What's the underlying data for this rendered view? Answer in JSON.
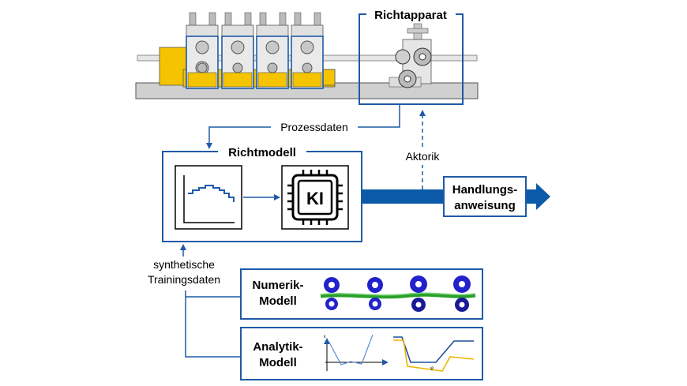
{
  "labels": {
    "richtapparat": "Richtapparat",
    "prozessdaten": "Prozessdaten",
    "richtmodell": "Richtmodell",
    "aktorik": "Aktorik",
    "ki": "KI",
    "handlungsanweisung_1": "Handlungs-",
    "handlungsanweisung_2": "anweisung",
    "synthetische_1": "synthetische",
    "synthetische_2": "Trainingsdaten",
    "numerik_1": "Numerik-",
    "numerik_2": "Modell",
    "analytik_1": "Analytik-",
    "analytik_2": "Modell",
    "axis_epsilon": "ε",
    "axis_phi": "φ"
  },
  "colors": {
    "frame_blue": "#1f5aa6",
    "arrow_blue": "#0b5aa8",
    "machine_yellow": "#f5c400",
    "machine_gray": "#d0d0d0",
    "roll_blue": "#2222cc",
    "strip_green": "#2aa02a",
    "analytic_orange": "#f0b400"
  },
  "icons": [
    "straightening-machine-icon",
    "chart-icon",
    "ai-chip-icon",
    "roll-simulation-icon",
    "analytic-plot-icon"
  ]
}
